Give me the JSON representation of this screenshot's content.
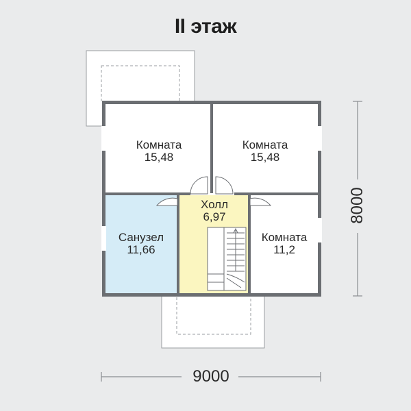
{
  "title": "II этаж",
  "rooms": [
    {
      "name": "Комната",
      "area": "15,48"
    },
    {
      "name": "Комната",
      "area": "15,48"
    },
    {
      "name": "Холл",
      "area": "6,97"
    },
    {
      "name": "Санузел",
      "area": "11,66"
    },
    {
      "name": "Комната",
      "area": "11,2"
    }
  ],
  "dimensions": {
    "width": "9000",
    "depth": "8000"
  },
  "colors": {
    "background": "#eaebec",
    "room": "#ffffff",
    "hall": "#fbf6c0",
    "bathroom": "#d5ecf7",
    "wall": "#6b6e72"
  }
}
